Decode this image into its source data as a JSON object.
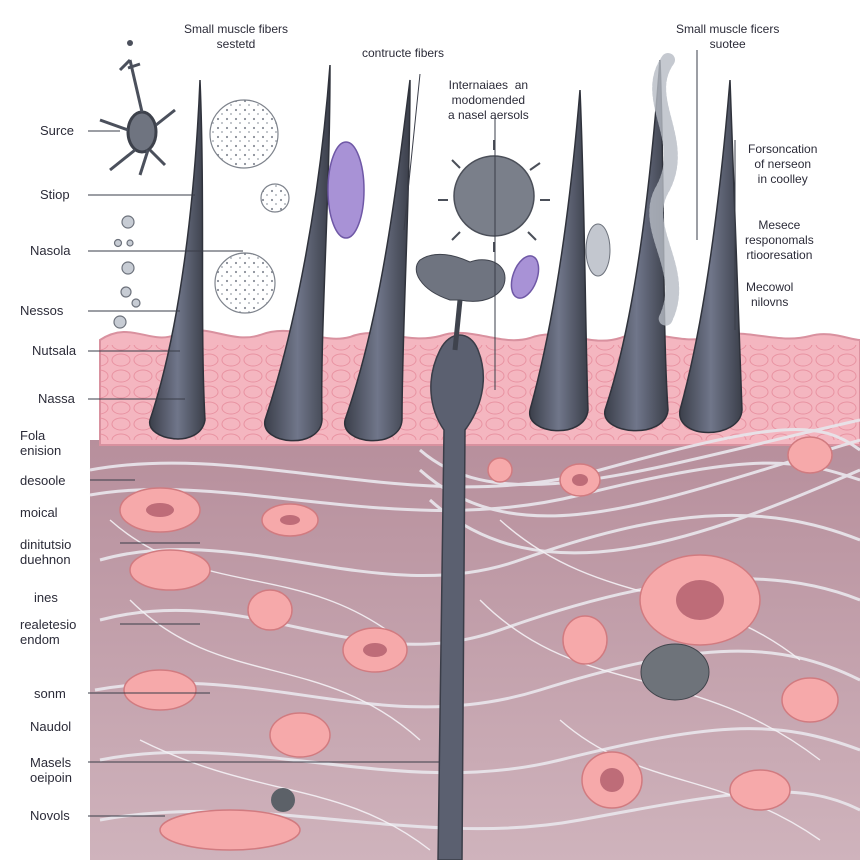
{
  "left_labels": [
    {
      "id": "surce",
      "text": "Surce"
    },
    {
      "id": "stiop",
      "text": "Stiop"
    },
    {
      "id": "nasola",
      "text": "Nasola"
    },
    {
      "id": "nessos",
      "text": "Nessos"
    },
    {
      "id": "nutsala",
      "text": "Nutsala"
    },
    {
      "id": "nassa",
      "text": "Nassa"
    },
    {
      "id": "fola-enision",
      "text": "Fola\nenision"
    },
    {
      "id": "desoole",
      "text": "desoole"
    },
    {
      "id": "moical",
      "text": "moical"
    },
    {
      "id": "dinitutsio",
      "text": "dinitutsio\nduehnon"
    },
    {
      "id": "ines",
      "text": "ines"
    },
    {
      "id": "realetesio",
      "text": "realetesio\nendom"
    },
    {
      "id": "sonm",
      "text": "sonm"
    },
    {
      "id": "naudol",
      "text": "Naudol"
    },
    {
      "id": "masels",
      "text": "Masels\noeipoin"
    },
    {
      "id": "novols",
      "text": "Novols"
    }
  ],
  "top_labels": [
    {
      "id": "small-muscle-fibers-1",
      "text": "Small muscle fibers\nsestetd"
    },
    {
      "id": "contructe-fibers",
      "text": "contructe fibers"
    },
    {
      "id": "interneases",
      "text": "Internaiaes  an\nmodomended\na nasel aersols"
    },
    {
      "id": "small-muscle-fibers-2",
      "text": "Small muscle ficers\nsuotee"
    }
  ],
  "right_labels": [
    {
      "id": "forsoncation",
      "text": "Forsoncation\nof nerseon\nin coolley"
    },
    {
      "id": "mesece",
      "text": "Mesece\nresponomals\nrtiooresation"
    },
    {
      "id": "mecowol",
      "text": "Mecowol\nnilovns"
    }
  ],
  "colors": {
    "label_text": "#2b2b38",
    "epithelium": "#f4b6c0",
    "tissue_bg": "#c9a6b1",
    "fiber": "#e7e3e8",
    "follicle": "#4e5360",
    "cell": "#f5a8a8",
    "vesicle": "#a892d6"
  }
}
